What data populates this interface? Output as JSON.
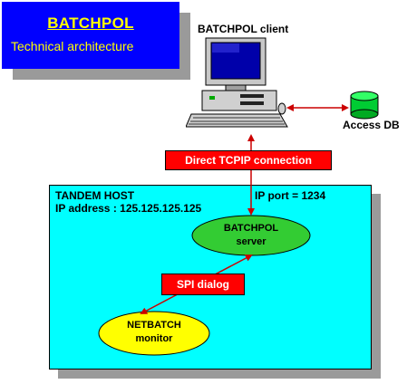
{
  "title": {
    "main": "BATCHPOL",
    "subtitle": "Technical architecture"
  },
  "client": {
    "label": "BATCHPOL client"
  },
  "database": {
    "label": "Access DB"
  },
  "connection": {
    "label": "Direct TCPIP connection"
  },
  "host": {
    "name": "TANDEM HOST",
    "ip_address": "IP address : 125.125.125.125",
    "ip_port": "IP port = 1234"
  },
  "server": {
    "line1": "BATCHPOL",
    "line2": "server"
  },
  "dialog": {
    "label": "SPI dialog"
  },
  "monitor": {
    "line1": "NETBATCH",
    "line2": "monitor"
  },
  "colors": {
    "title_bg": "#0000ff",
    "title_text": "#ffff00",
    "host_bg": "#00ffff",
    "shadow": "#9a9a9a",
    "label_bg": "#ff0000",
    "arrow": "#cc0000",
    "server_fill": "#33cc33",
    "monitor_fill": "#ffff00",
    "db_fill": "#00cc33"
  },
  "icons": [
    "computer-icon",
    "database-icon"
  ]
}
